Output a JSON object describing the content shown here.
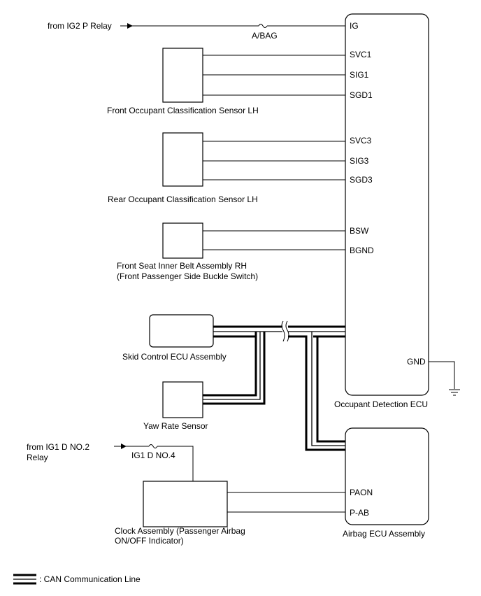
{
  "sources": {
    "ig2_relay": "from IG2 P Relay",
    "ig1_relay_line1": "from IG1 D NO.2",
    "ig1_relay_line2": "Relay"
  },
  "fuses": {
    "abag": "A/BAG",
    "ig1d": "IG1 D NO.4"
  },
  "components": {
    "front_sensor": "Front Occupant Classification Sensor LH",
    "rear_sensor": "Rear Occupant Classification Sensor LH",
    "belt_line1": "Front Seat Inner Belt Assembly RH",
    "belt_line2": "(Front Passenger Side Buckle Switch)",
    "skid_ecu": "Skid Control ECU Assembly",
    "yaw_sensor": "Yaw Rate Sensor",
    "clock_line1": "Clock Assembly (Passenger Airbag",
    "clock_line2": "ON/OFF Indicator)",
    "occupant_ecu": "Occupant Detection ECU",
    "airbag_ecu": "Airbag ECU Assembly"
  },
  "occupant_ecu_pins": {
    "ig": "IG",
    "svc1": "SVC1",
    "sig1": "SIG1",
    "sgd1": "SGD1",
    "svc3": "SVC3",
    "sig3": "SIG3",
    "sgd3": "SGD3",
    "bsw": "BSW",
    "bgnd": "BGND",
    "gnd": "GND"
  },
  "airbag_ecu_pins": {
    "paon": "PAON",
    "pab": "P-AB"
  },
  "legend": {
    "can_line": ": CAN Communication Line"
  }
}
